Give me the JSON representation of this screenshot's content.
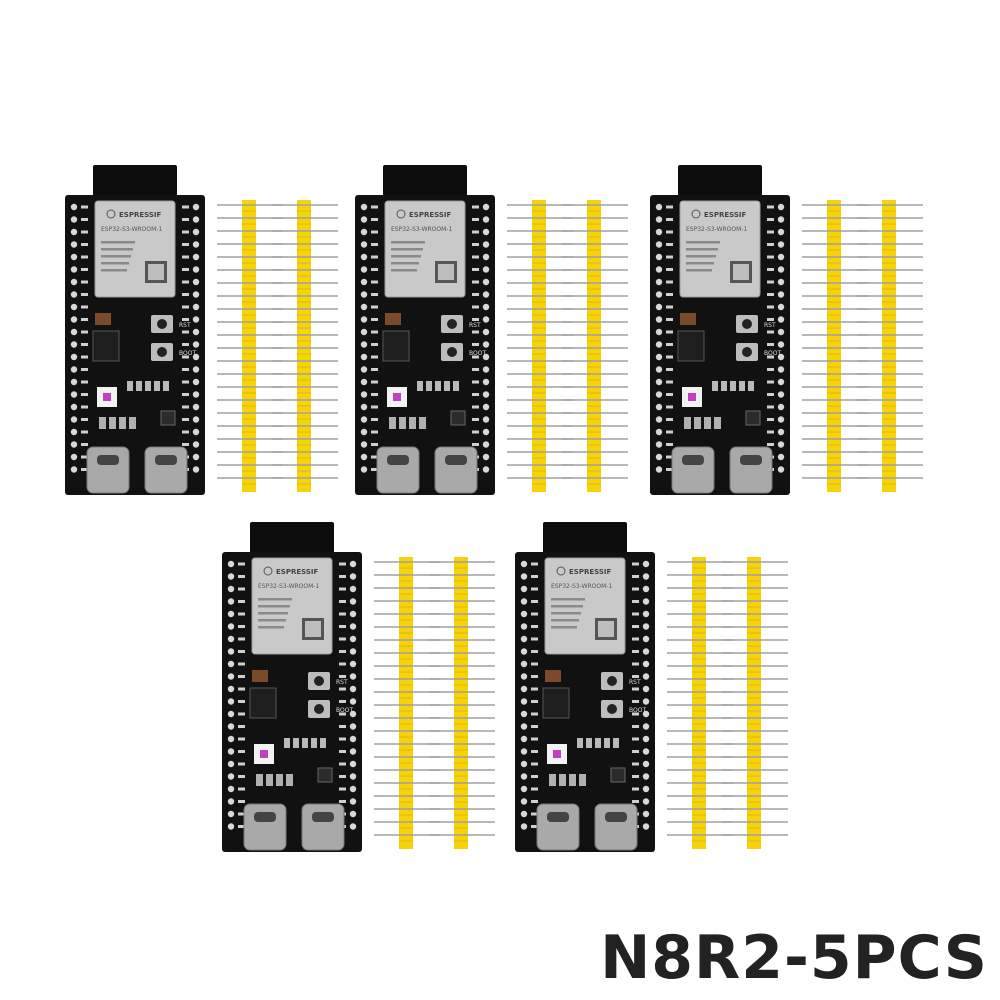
{
  "product": {
    "caption": "N8R2-5PCS",
    "quantity": 5
  },
  "board": {
    "module_brand": "ESPRESSIF",
    "module_model": "ESP32-S3-WROOM-1",
    "buttons": [
      "RST",
      "BOOT"
    ],
    "connectors": [
      "usb-c-port",
      "usb-c-port"
    ]
  },
  "colors": {
    "pcb": "#111111",
    "shield": "#c9c9c9",
    "pin_plastic": "#f5d20a",
    "pin_metal": "#a0a0a0",
    "caption": "#222222"
  }
}
